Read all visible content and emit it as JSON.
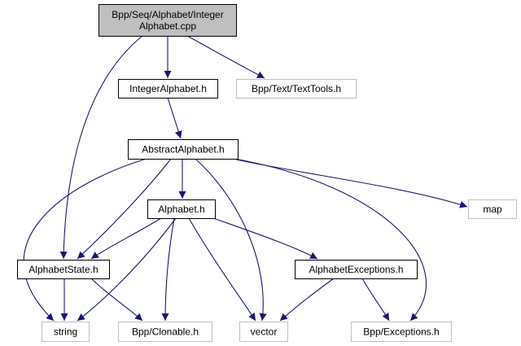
{
  "colors": {
    "edge": "#191970",
    "root_fill": "#bfbfbf",
    "root_stroke": "#000000",
    "node_fill": "#ffffff",
    "node_stroke": "#000000",
    "external_stroke": "#bfbfbf"
  },
  "nodes": {
    "root": {
      "lines": [
        "Bpp/Seq/Alphabet/Integer",
        "Alphabet.cpp"
      ],
      "style": "root"
    },
    "integer_alphabet_h": {
      "lines": [
        "IntegerAlphabet.h"
      ],
      "style": "local"
    },
    "text_tools_h": {
      "lines": [
        "Bpp/Text/TextTools.h"
      ],
      "style": "external"
    },
    "abstract_alphabet_h": {
      "lines": [
        "AbstractAlphabet.h"
      ],
      "style": "local"
    },
    "map": {
      "lines": [
        "map"
      ],
      "style": "external"
    },
    "alphabet_h": {
      "lines": [
        "Alphabet.h"
      ],
      "style": "local"
    },
    "alphabet_state_h": {
      "lines": [
        "AlphabetState.h"
      ],
      "style": "local"
    },
    "alphabet_exceptions_h": {
      "lines": [
        "AlphabetExceptions.h"
      ],
      "style": "local"
    },
    "string": {
      "lines": [
        "string"
      ],
      "style": "external"
    },
    "clonable_h": {
      "lines": [
        "Bpp/Clonable.h"
      ],
      "style": "external"
    },
    "vector": {
      "lines": [
        "vector"
      ],
      "style": "external"
    },
    "exceptions_h": {
      "lines": [
        "Bpp/Exceptions.h"
      ],
      "style": "external"
    }
  },
  "edges": [
    [
      "root",
      "integer_alphabet_h"
    ],
    [
      "root",
      "text_tools_h"
    ],
    [
      "root",
      "alphabet_state_h"
    ],
    [
      "integer_alphabet_h",
      "abstract_alphabet_h"
    ],
    [
      "abstract_alphabet_h",
      "alphabet_h"
    ],
    [
      "abstract_alphabet_h",
      "alphabet_state_h"
    ],
    [
      "abstract_alphabet_h",
      "string"
    ],
    [
      "abstract_alphabet_h",
      "vector"
    ],
    [
      "abstract_alphabet_h",
      "map"
    ],
    [
      "abstract_alphabet_h",
      "exceptions_h"
    ],
    [
      "alphabet_h",
      "alphabet_state_h"
    ],
    [
      "alphabet_h",
      "string"
    ],
    [
      "alphabet_h",
      "clonable_h"
    ],
    [
      "alphabet_h",
      "vector"
    ],
    [
      "alphabet_h",
      "alphabet_exceptions_h"
    ],
    [
      "alphabet_state_h",
      "string"
    ],
    [
      "alphabet_state_h",
      "clonable_h"
    ],
    [
      "alphabet_exceptions_h",
      "vector"
    ],
    [
      "alphabet_exceptions_h",
      "exceptions_h"
    ]
  ]
}
